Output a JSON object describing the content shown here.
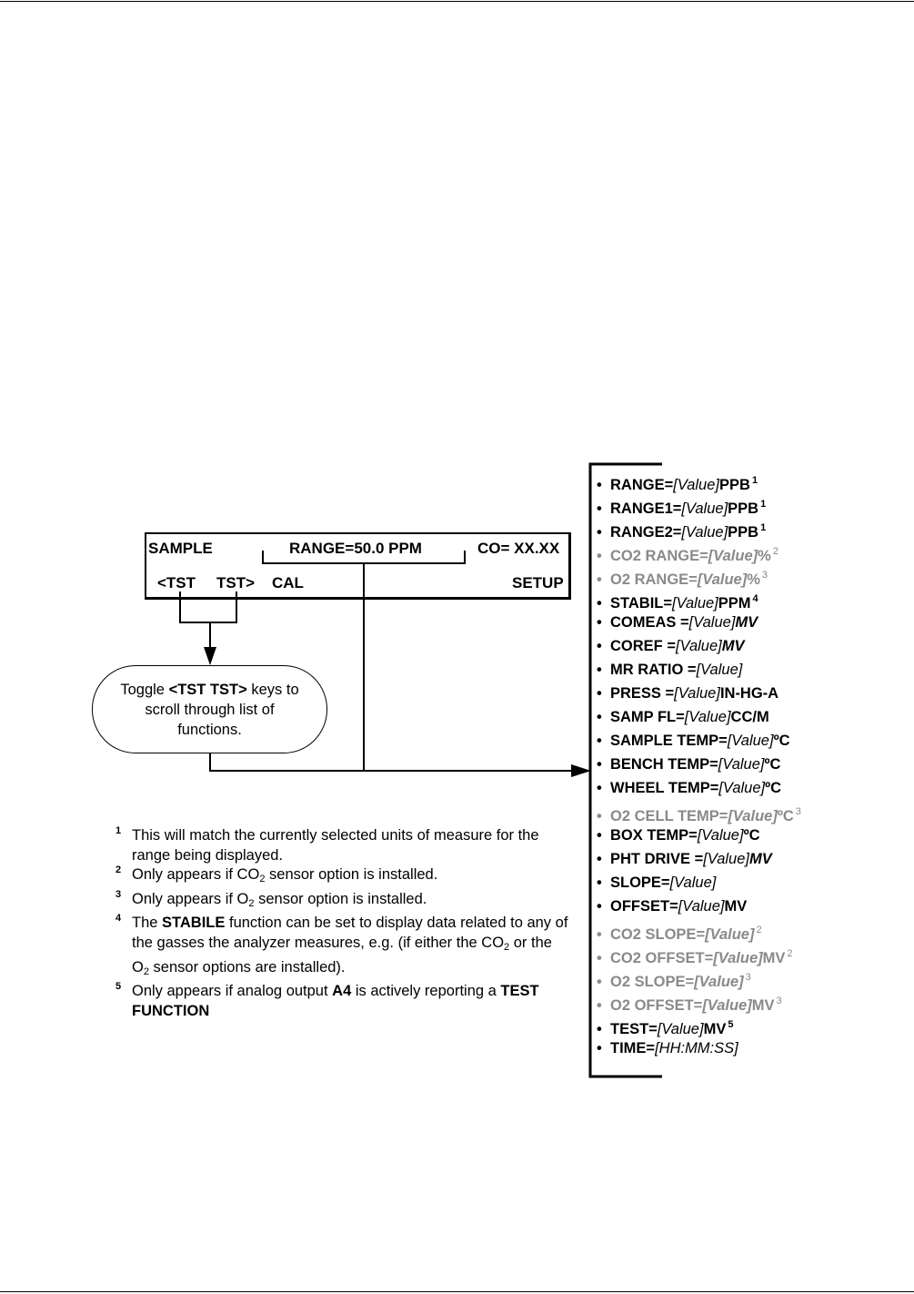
{
  "display": {
    "mode": "SAMPLE",
    "range": "RANGE=50.0 PPM",
    "reading": "CO= XX.XX",
    "key_tst_prev": "<TST",
    "key_tst_next": "TST>",
    "key_cal": "CAL",
    "key_setup": "SETUP"
  },
  "toggle_note": {
    "pre": "Toggle ",
    "keys": "<TST TST>",
    "post": " keys to scroll through list of functions."
  },
  "footnotes": [
    {
      "num": "1",
      "text": "This will match the currently selected units of measure for the range being displayed."
    },
    {
      "num": "2",
      "pre": "Only appears if CO",
      "sub": "2",
      "post": " sensor option is installed."
    },
    {
      "num": "3",
      "pre": "Only appears if O",
      "sub": "2",
      "post": " sensor option is installed."
    },
    {
      "num": "4",
      "pre": "The ",
      "bold": "STABILE",
      "mid": " function can be set to display data related to any of the gasses the analyzer measures, e.g. (if either the CO",
      "sub1": "2",
      "mid2": " or the O",
      "sub2": "2",
      "post": " sensor options are installed)."
    },
    {
      "num": "5",
      "pre": "Only appears if analog output ",
      "bold": "A4",
      "post": " is actively reporting a ",
      "bold2": "TEST FUNCTION"
    }
  ],
  "functions": [
    {
      "label": "RANGE=",
      "value": "[Value]",
      "unit": "PPB",
      "sup": "1"
    },
    {
      "label": "RANGE1=",
      "value": "[Value]",
      "unit": "PPB",
      "sup": "1"
    },
    {
      "label": "RANGE2=",
      "value": "[Value]",
      "unit": "PPB",
      "sup": "1"
    },
    {
      "label": "CO2 RANGE=",
      "value": "[Value]",
      "unit": "%",
      "sup": "2",
      "optional": true
    },
    {
      "label": "O2 RANGE=",
      "value": "[Value]",
      "unit": "%",
      "sup": "3",
      "optional": true
    },
    {
      "label": "STABIL=",
      "value": "[Value]",
      "unit": "PPM",
      "sup": "4"
    },
    {
      "label": "COMEAS =",
      "value": "[Value]",
      "unit": "MV",
      "unit_italic": true
    },
    {
      "label": "COREF =",
      "value": "[Value]",
      "unit": "MV",
      "unit_italic": true
    },
    {
      "label": "MR RATIO =",
      "value": "[Value]"
    },
    {
      "label": "PRESS =",
      "value": "[Value]",
      "unit": "IN-HG-A"
    },
    {
      "label": "SAMP FL=",
      "value": "[Value]",
      "unit": "CC/M"
    },
    {
      "label": "SAMPLE TEMP=",
      "value": "[Value]",
      "unit": "ºC"
    },
    {
      "label": "BENCH TEMP=",
      "value": "[Value]",
      "unit": "ºC"
    },
    {
      "label": "WHEEL TEMP=",
      "value": "[Value]",
      "unit": "ºC"
    },
    {
      "label": "O2 CELL TEMP=",
      "value": "[Value]",
      "unit": "ºC",
      "sup": "3",
      "optional": true
    },
    {
      "label": "BOX TEMP=",
      "value": "[Value]",
      "unit": "ºC"
    },
    {
      "label": "PHT DRIVE =",
      "value": "[Value]",
      "unit": "MV",
      "unit_italic": true
    },
    {
      "label": "SLOPE=",
      "value": "[Value]"
    },
    {
      "label": "OFFSET=",
      "value": "[Value]",
      "unit": "MV"
    },
    {
      "label": "CO2 SLOPE=",
      "value": "[Value]",
      "sup": "2",
      "optional": true
    },
    {
      "label": "CO2 OFFSET=",
      "value": "[Value]",
      "unit": "MV",
      "sup": "2",
      "optional": true
    },
    {
      "label": "O2 SLOPE=",
      "value": "[Value]",
      "sup": "3",
      "optional": true
    },
    {
      "label": "O2 OFFSET=",
      "value": "[Value]",
      "unit": "MV",
      "sup": "3",
      "optional": true
    },
    {
      "label": "TEST=",
      "value": "[Value]",
      "unit": "MV",
      "sup": "5"
    },
    {
      "label": "TIME=",
      "value": "[HH:MM:SS]"
    }
  ],
  "colors": {
    "optional_item": "#8a8a8a",
    "line": "#000000"
  }
}
